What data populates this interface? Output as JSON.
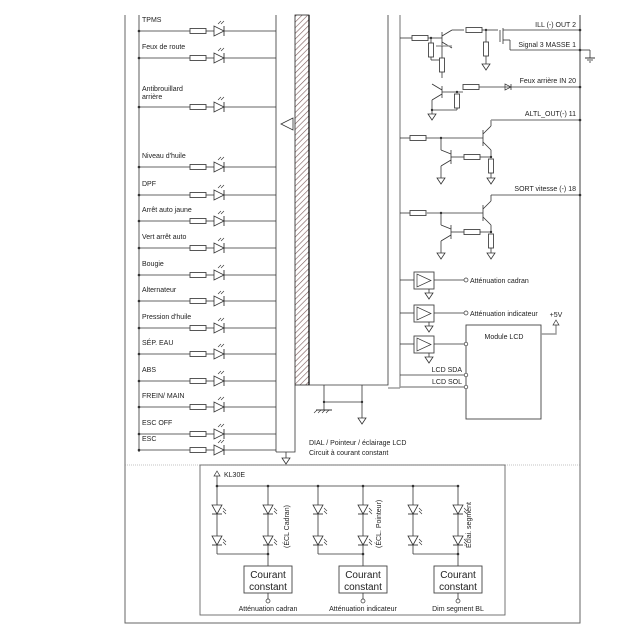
{
  "diagram": {
    "type": "electrical-schematic",
    "indicator_lamps": [
      {
        "label": "TPMS"
      },
      {
        "label": "Feux de route"
      },
      {
        "label": "Antibrouillard",
        "label2": "arrière"
      },
      {
        "label": "Niveau d'huile"
      },
      {
        "label": "DPF"
      },
      {
        "label": "Arrêt auto jaune"
      },
      {
        "label": "Vert arrêt auto"
      },
      {
        "label": "Bougie"
      },
      {
        "label": "Alternateur"
      },
      {
        "label": "Pression d'huile"
      },
      {
        "label": "SÉP. EAU"
      },
      {
        "label": "ABS"
      },
      {
        "label": "FREIN/ MAIN"
      },
      {
        "label": "ESC OFF"
      },
      {
        "label": "ESC"
      }
    ],
    "connector_pins": {
      "ill_out": "ILL (-) OUT  2",
      "signal_masse": "Signal 3 MASSE  1",
      "feux_arriere_in": "Feux arrière IN  20",
      "altl_out": "ALTL_OUT(-)  11",
      "sort_vitesse": "SORT vitesse (-)  18"
    },
    "buffers": {
      "attenuation_cadran": "Atténuation cadran",
      "attenuation_indicateur": "Atténuation indicateur"
    },
    "lcd": {
      "module_label": "Module LCD",
      "supply": "+5V",
      "sda": "LCD SDA",
      "scl": "LCD SOL"
    },
    "backlight": {
      "title_line1": "DIAL / Pointeur / éclairage LCD",
      "title_line2": "Circuit à courant constant",
      "supply": "KL30E",
      "group_labels": [
        "(ÉCL Cadran)",
        "(ÉCL. Pointeur)",
        "Éclai. segment"
      ],
      "current_sources": [
        {
          "line1": "Courant",
          "line2": "constant",
          "control": "Atténuation cadran"
        },
        {
          "line1": "Courant",
          "line2": "constant",
          "control": "Atténuation indicateur"
        },
        {
          "line1": "Courant",
          "line2": "constant",
          "control": "Dim segment BL"
        }
      ]
    }
  }
}
